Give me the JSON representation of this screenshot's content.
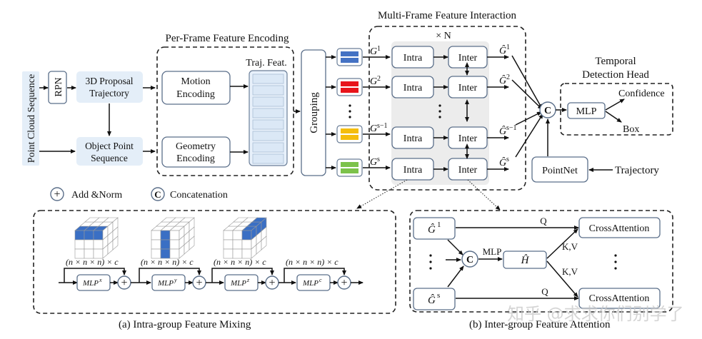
{
  "input": {
    "point_cloud": "Point Cloud Sequence"
  },
  "rpn": "RPN",
  "proposal": {
    "line1": "3D Proposal",
    "line2": "Trajectory"
  },
  "object_points": {
    "line1": "Object Point",
    "line2": "Sequence"
  },
  "per_frame": {
    "title": "Per-Frame Feature Encoding",
    "motion": {
      "line1": "Motion",
      "line2": "Encoding"
    },
    "geometry": {
      "line1": "Geometry",
      "line2": "Encoding"
    },
    "traj_feat": "Traj. Feat."
  },
  "grouping": "Grouping",
  "groups": [
    {
      "label": "G",
      "sup": "1",
      "color": "#4472c4"
    },
    {
      "label": "G",
      "sup": "2",
      "color": "#e8141b"
    },
    {
      "label": "G",
      "sup": "s−1",
      "color": "#f5bd0c"
    },
    {
      "label": "G",
      "sup": "s",
      "color": "#7cc24a"
    }
  ],
  "multi_frame": {
    "title": "Multi-Frame Feature Interaction",
    "repeat": "× N",
    "intra": "Intra",
    "inter": "Inter",
    "outputs": [
      {
        "label": "Ĝ",
        "sup": "1"
      },
      {
        "label": "Ĝ",
        "sup": "2"
      },
      {
        "label": "Ĝ",
        "sup": "s−1"
      },
      {
        "label": "Ĝ",
        "sup": "s"
      }
    ]
  },
  "concat_symbol": "C",
  "add_symbol": "+",
  "detection_head": {
    "title_line1": "Temporal",
    "title_line2": "Detection Head",
    "mlp": "MLP",
    "confidence": "Confidence",
    "box": "Box"
  },
  "pointnet": "PointNet",
  "trajectory": "Trajectory",
  "legend": {
    "add_norm": "Add &Norm",
    "concat": "Concatenation"
  },
  "intra_mixing": {
    "caption": "(a) Intra-group Feature Mixing",
    "dims": "(n × n × n) × c",
    "mlps": [
      {
        "base": "MLP",
        "sup": "x"
      },
      {
        "base": "MLP",
        "sup": "y"
      },
      {
        "base": "MLP",
        "sup": "z"
      },
      {
        "base": "MLP",
        "sup": "c"
      }
    ],
    "cube_highlight": "#3a6fc4"
  },
  "inter_attention": {
    "caption": "(b) Inter-group Feature Attention",
    "g1": {
      "label": "Ĝ",
      "sup": "1"
    },
    "gs": {
      "label": "Ĝ",
      "sup": "s"
    },
    "mlp": "MLP",
    "h": "Ĥ",
    "q": "Q",
    "kv": "K,V",
    "cross_attention": "CrossAttention"
  },
  "watermark": "知乎 @求求你们别学了"
}
